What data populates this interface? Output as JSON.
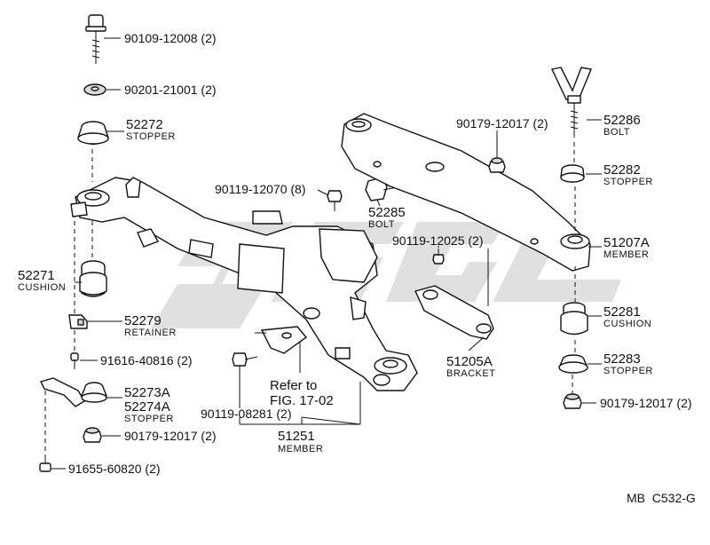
{
  "watermark": "CSGL",
  "code": "MB  C532-G",
  "parts": {
    "p90109": "90109-12008 (2)",
    "p90201": "90201-21001 (2)",
    "p52272": "52272",
    "p52272_name": "STOPPER",
    "p52271": "52271",
    "p52271_name": "CUSHION",
    "p52279": "52279",
    "p52279_name": "RETAINER",
    "p91616": "91616-40816 (2)",
    "p52273a": "52273A",
    "p52274a": "52274A",
    "p52273_name": "STOPPER",
    "p90179_left": "90179-12017 (2)",
    "p91655": "91655-60820 (2)",
    "p90119_12070": "90119-12070 (8)",
    "p52285": "52285",
    "p52285_name": "BOLT",
    "p90119_12025": "90119-12025 (2)",
    "p90179_top": "90179-12017 (2)",
    "p52286": "52286",
    "p52286_name": "BOLT",
    "p52282": "52282",
    "p52282_name": "STOPPER",
    "p51207a": "51207A",
    "p51207a_name": "MEMBER",
    "p52281": "52281",
    "p52281_name": "CUSHION",
    "p52283": "52283",
    "p52283_name": "STOPPER",
    "p90179_right": "90179-12017 (2)",
    "p51205a": "51205A",
    "p51205a_name": "BRACKET",
    "refer_line1": "Refer to",
    "refer_line2": "FIG. 17-02",
    "p90119_08281": "90119-08281 (2)",
    "p51251": "51251",
    "p51251_name": "MEMBER"
  }
}
